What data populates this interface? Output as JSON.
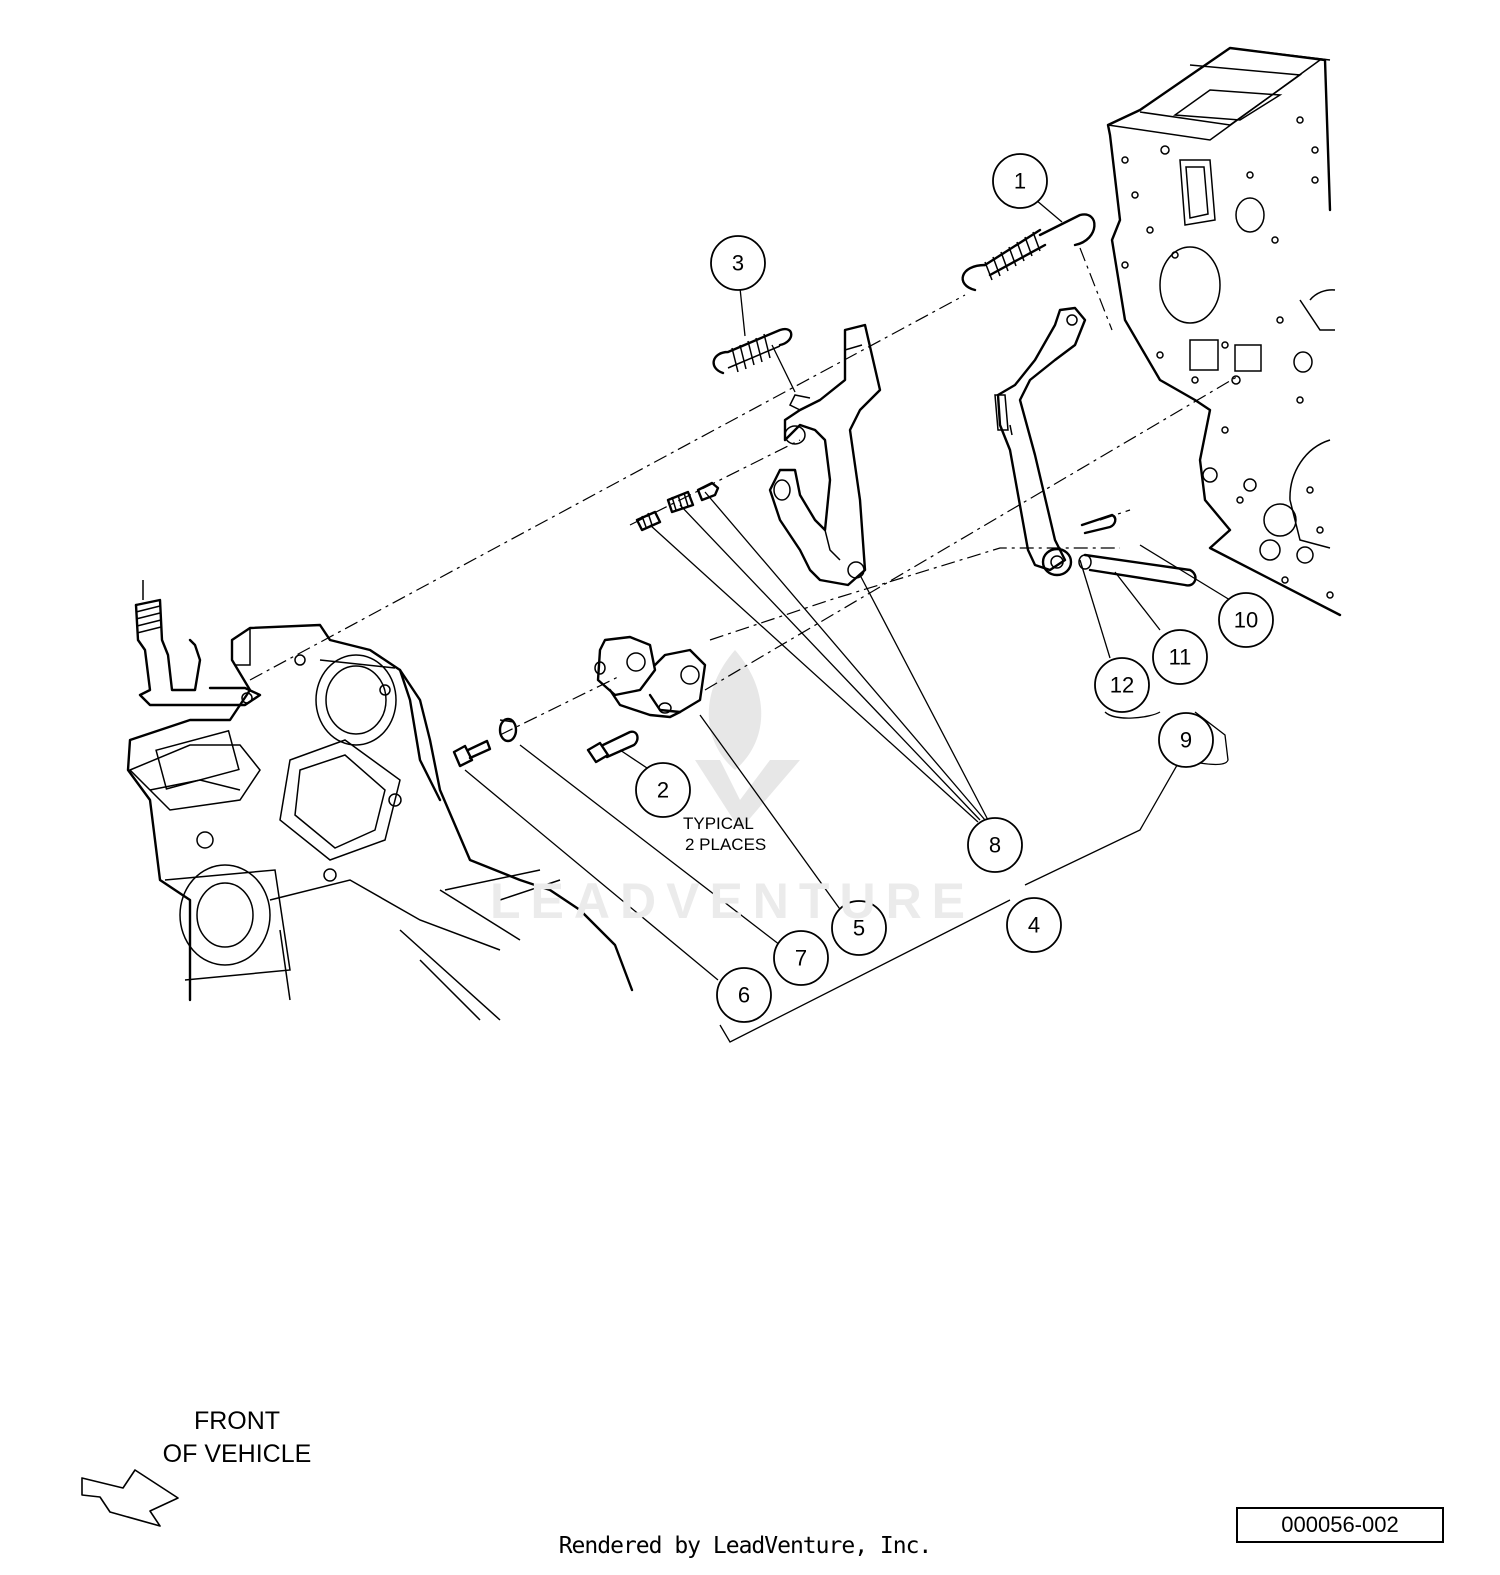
{
  "diagram": {
    "callouts": [
      {
        "id": "callout-1",
        "label": "1"
      },
      {
        "id": "callout-2",
        "label": "2"
      },
      {
        "id": "callout-3",
        "label": "3"
      },
      {
        "id": "callout-4",
        "label": "4"
      },
      {
        "id": "callout-5",
        "label": "5"
      },
      {
        "id": "callout-6",
        "label": "6"
      },
      {
        "id": "callout-7",
        "label": "7"
      },
      {
        "id": "callout-8",
        "label": "8"
      },
      {
        "id": "callout-9",
        "label": "9"
      },
      {
        "id": "callout-10",
        "label": "10"
      },
      {
        "id": "callout-11",
        "label": "11"
      },
      {
        "id": "callout-12",
        "label": "12"
      }
    ],
    "note": {
      "line1": "TYPICAL",
      "line2": "2 PLACES"
    },
    "orientation": {
      "line1": "FRONT",
      "line2": "OF VEHICLE"
    },
    "drawing_number": "000056-002",
    "footer": "Rendered by LeadVenture, Inc.",
    "watermark": "LEADVENTURE"
  }
}
